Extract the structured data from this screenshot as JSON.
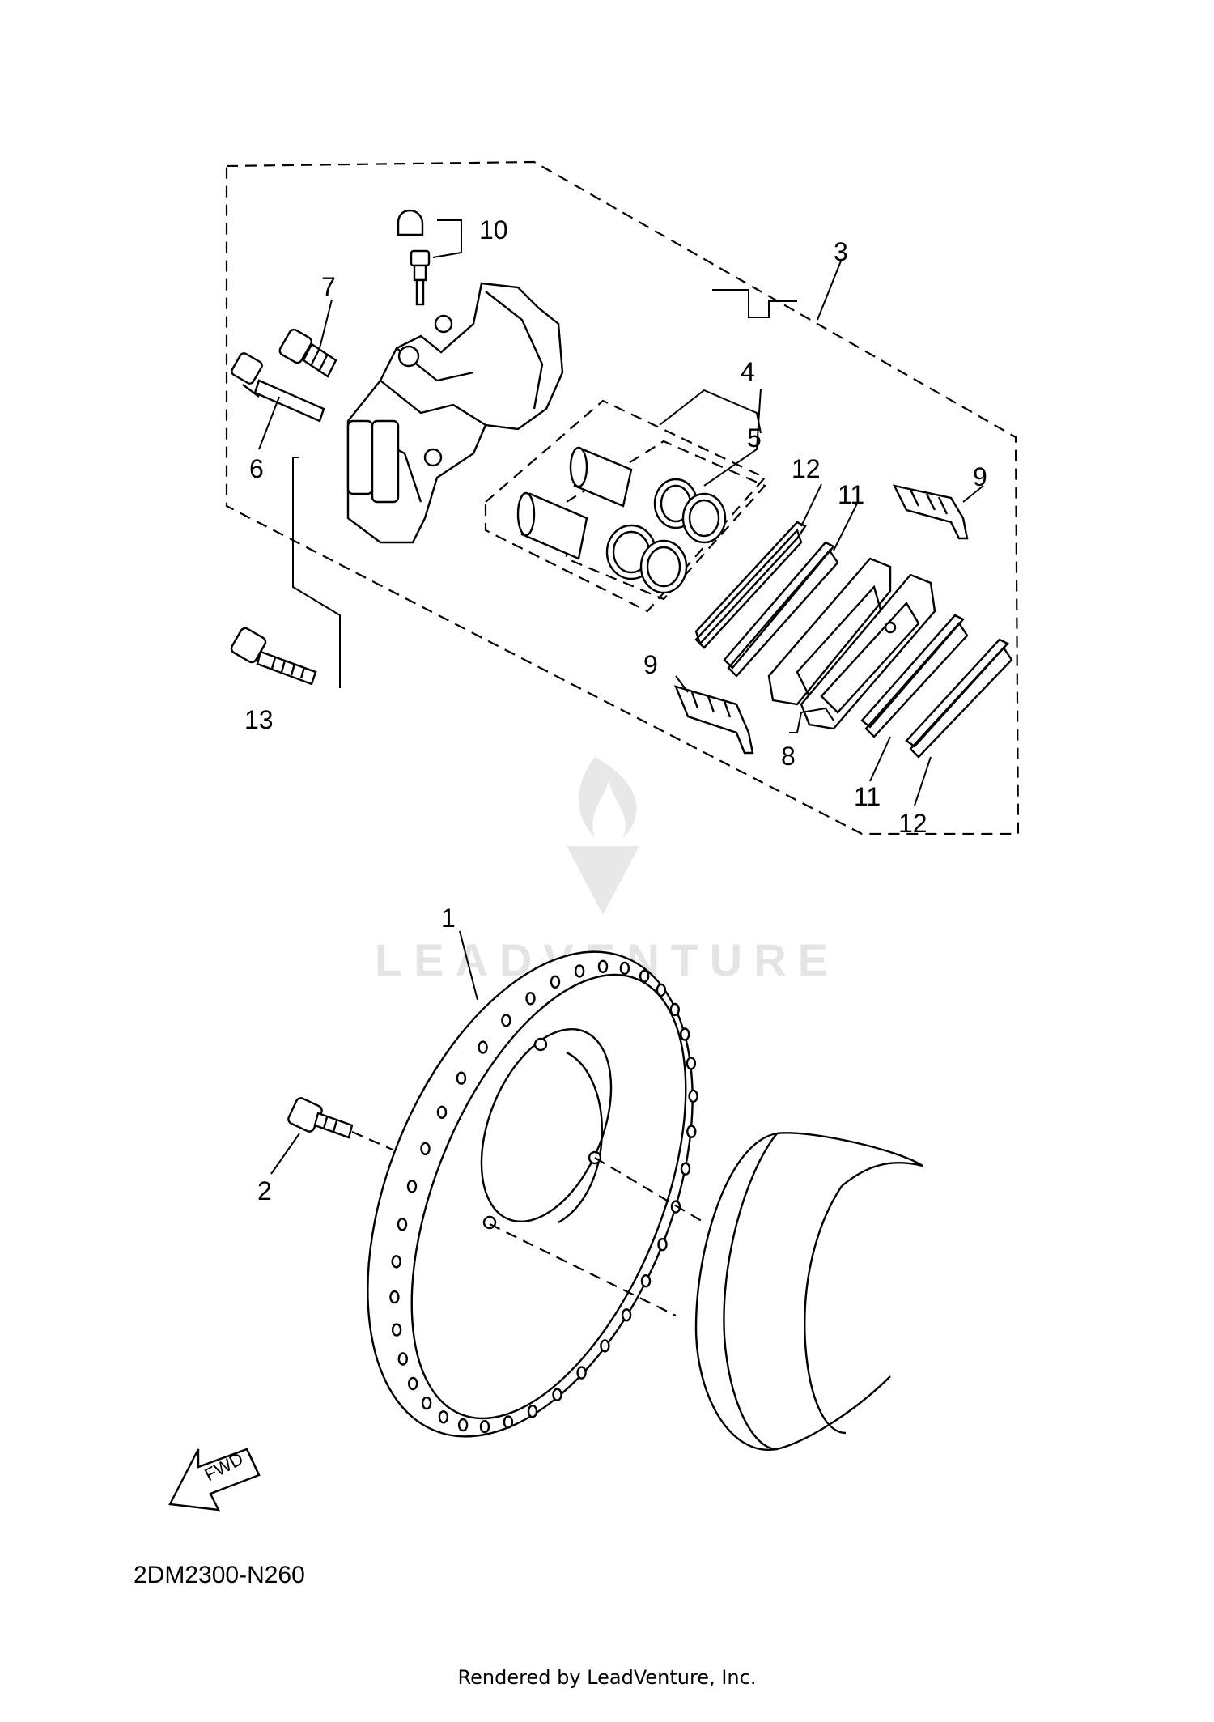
{
  "diagram": {
    "callouts": [
      {
        "id": "c1",
        "text": "1"
      },
      {
        "id": "c2",
        "text": "2"
      },
      {
        "id": "c3",
        "text": "3"
      },
      {
        "id": "c4",
        "text": "4"
      },
      {
        "id": "c5",
        "text": "5"
      },
      {
        "id": "c6",
        "text": "6"
      },
      {
        "id": "c7",
        "text": "7"
      },
      {
        "id": "c8",
        "text": "8"
      },
      {
        "id": "c9a",
        "text": "9"
      },
      {
        "id": "c9b",
        "text": "9"
      },
      {
        "id": "c10",
        "text": "10"
      },
      {
        "id": "c11a",
        "text": "11"
      },
      {
        "id": "c11b",
        "text": "11"
      },
      {
        "id": "c12a",
        "text": "12"
      },
      {
        "id": "c12b",
        "text": "12"
      },
      {
        "id": "c13",
        "text": "13"
      }
    ],
    "direction_label": "FWD",
    "diagram_code": "2DM2300-N260",
    "watermark": "LEADVENTURE",
    "footer_credit": "Rendered by LeadVenture, Inc."
  }
}
